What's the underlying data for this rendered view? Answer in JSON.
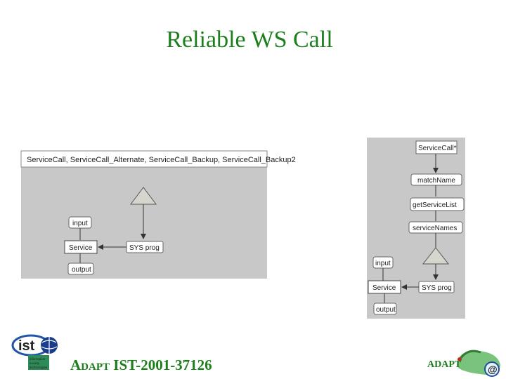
{
  "slide": {
    "title": "Reliable WS Call",
    "footer_brand_initial": "A",
    "footer_brand_rest": "DAPT",
    "footer_project": "IST-2001-37126",
    "footer_right_brand": "ADAPT"
  },
  "logos": {
    "ist_text": "ist",
    "ist_caption": [
      "information",
      "society",
      "technologies"
    ]
  },
  "diagram_left": {
    "header": "ServiceCall, ServiceCall_Alternate, ServiceCall_Backup, ServiceCall_Backup2",
    "nodes": {
      "input": "input",
      "service": "Service",
      "sysprog": "SYS prog",
      "output": "output"
    }
  },
  "diagram_right": {
    "nodes": {
      "servicecall": "ServiceCall*",
      "matchname": "matchName",
      "getservicelist": "getServiceList",
      "servicenames": "serviceNames",
      "input": "input",
      "service": "Service",
      "sysprog": "SYS prog",
      "output": "output"
    }
  },
  "colors": {
    "title": "#1c7f1c",
    "diagram_bg": "#c8c8c8",
    "node_fill": "#ffffff",
    "triangle_fill": "#d6d6cf"
  }
}
